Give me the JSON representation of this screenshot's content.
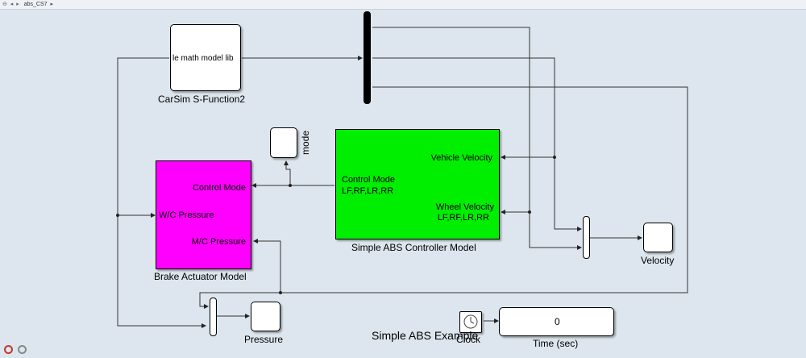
{
  "window": {
    "nav_glyphs": "⊖ ◂ ▸",
    "breadcrumb": "abs_CS7",
    "breadcrumb_arrow": "▸"
  },
  "blocks": {
    "carsim": {
      "port_text": "le math model lib",
      "caption": "CarSim S-Function2"
    },
    "mode_scope": {
      "caption": "mode"
    },
    "brake_actuator": {
      "caption": "Brake Actuator Model",
      "ports": {
        "control_mode": "Control Mode",
        "wc_pressure": "W/C Pressure",
        "mc_pressure": "M/C Pressure"
      },
      "color": "#ff00ff"
    },
    "abs_controller": {
      "caption": "Simple ABS Controller Model",
      "ports": {
        "vehicle_velocity": "Vehicle Velocity",
        "wheel_velocity_1": "Wheel Velocity",
        "wheel_velocity_2": "LF,RF,LR,RR",
        "control_mode_1": "Control Mode",
        "control_mode_2": "LF,RF,LR,RR"
      },
      "color": "#00ee00"
    },
    "velocity_scope": {
      "caption": "Velocity"
    },
    "pressure_scope": {
      "caption": "Pressure"
    },
    "clock": {
      "caption": "Clock"
    },
    "time_display": {
      "value": "0",
      "caption": "Time (sec)"
    }
  },
  "model_title": "Simple ABS Example",
  "status_icons": [
    "zoom-in-icon",
    "zoom-out-icon"
  ]
}
